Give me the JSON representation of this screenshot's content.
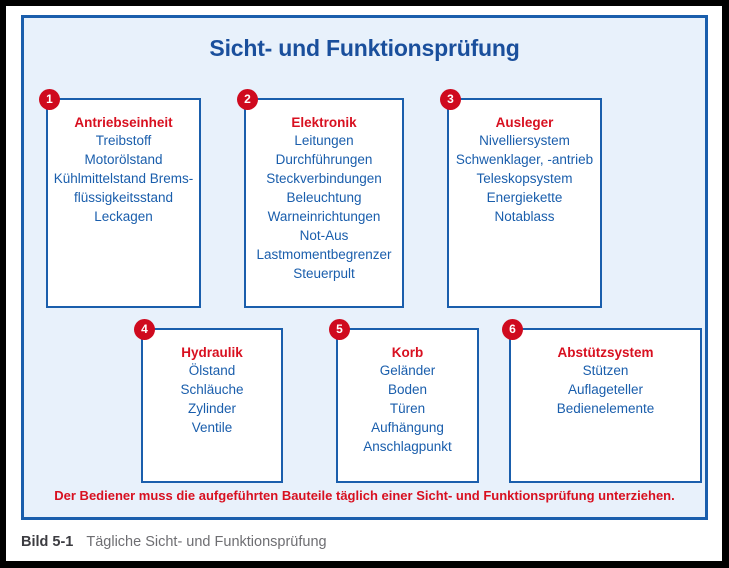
{
  "figure": {
    "title": "Sicht- und Funktionsprüfung",
    "note": "Der Bediener muss die aufgeführten Bauteile täglich einer Sicht- und Funktionsprüfung unterziehen.",
    "caption_label": "Bild 5-1",
    "caption_text": "Tägliche Sicht- und Funktionsprüfung",
    "colors": {
      "panel_background": "#e8f1fb",
      "panel_border": "#1a5eac",
      "title_text": "#1a4f9c",
      "box_title_text": "#d81020",
      "box_list_text": "#1a5eac",
      "badge_background": "#cf0a1e",
      "badge_text": "#ffffff",
      "note_text": "#d81020",
      "caption_label_text": "#3c3c41",
      "caption_text": "#6e6e72",
      "outer_frame": "#000000"
    },
    "boxes": [
      {
        "number": "1",
        "title": "Antriebseinheit",
        "items": [
          "Treibstoff",
          "Motorölstand",
          "Kühlmittelstand Brems-",
          "flüssigkeitsstand",
          "Leckagen"
        ]
      },
      {
        "number": "2",
        "title": "Elektronik",
        "items": [
          "Leitungen",
          "Durchführungen",
          "Steckverbindungen",
          "Beleuchtung",
          "Warneinrichtungen",
          "Not-Aus",
          "Lastmomentbegrenzer",
          "Steuerpult"
        ]
      },
      {
        "number": "3",
        "title": "Ausleger",
        "items": [
          "Nivelliersystem",
          "Schwenklager, -antrieb",
          "Teleskopsystem",
          "Energiekette",
          "Notablass"
        ]
      },
      {
        "number": "4",
        "title": "Hydraulik",
        "items": [
          "Ölstand",
          "Schläuche",
          "Zylinder",
          "Ventile"
        ]
      },
      {
        "number": "5",
        "title": "Korb",
        "items": [
          "Geländer",
          "Boden",
          "Türen",
          "Aufhängung",
          "Anschlagpunkt"
        ]
      },
      {
        "number": "6",
        "title": "Abstützsystem",
        "items": [
          "Stützen",
          "Auflageteller",
          "Bedienelemente"
        ]
      }
    ]
  }
}
